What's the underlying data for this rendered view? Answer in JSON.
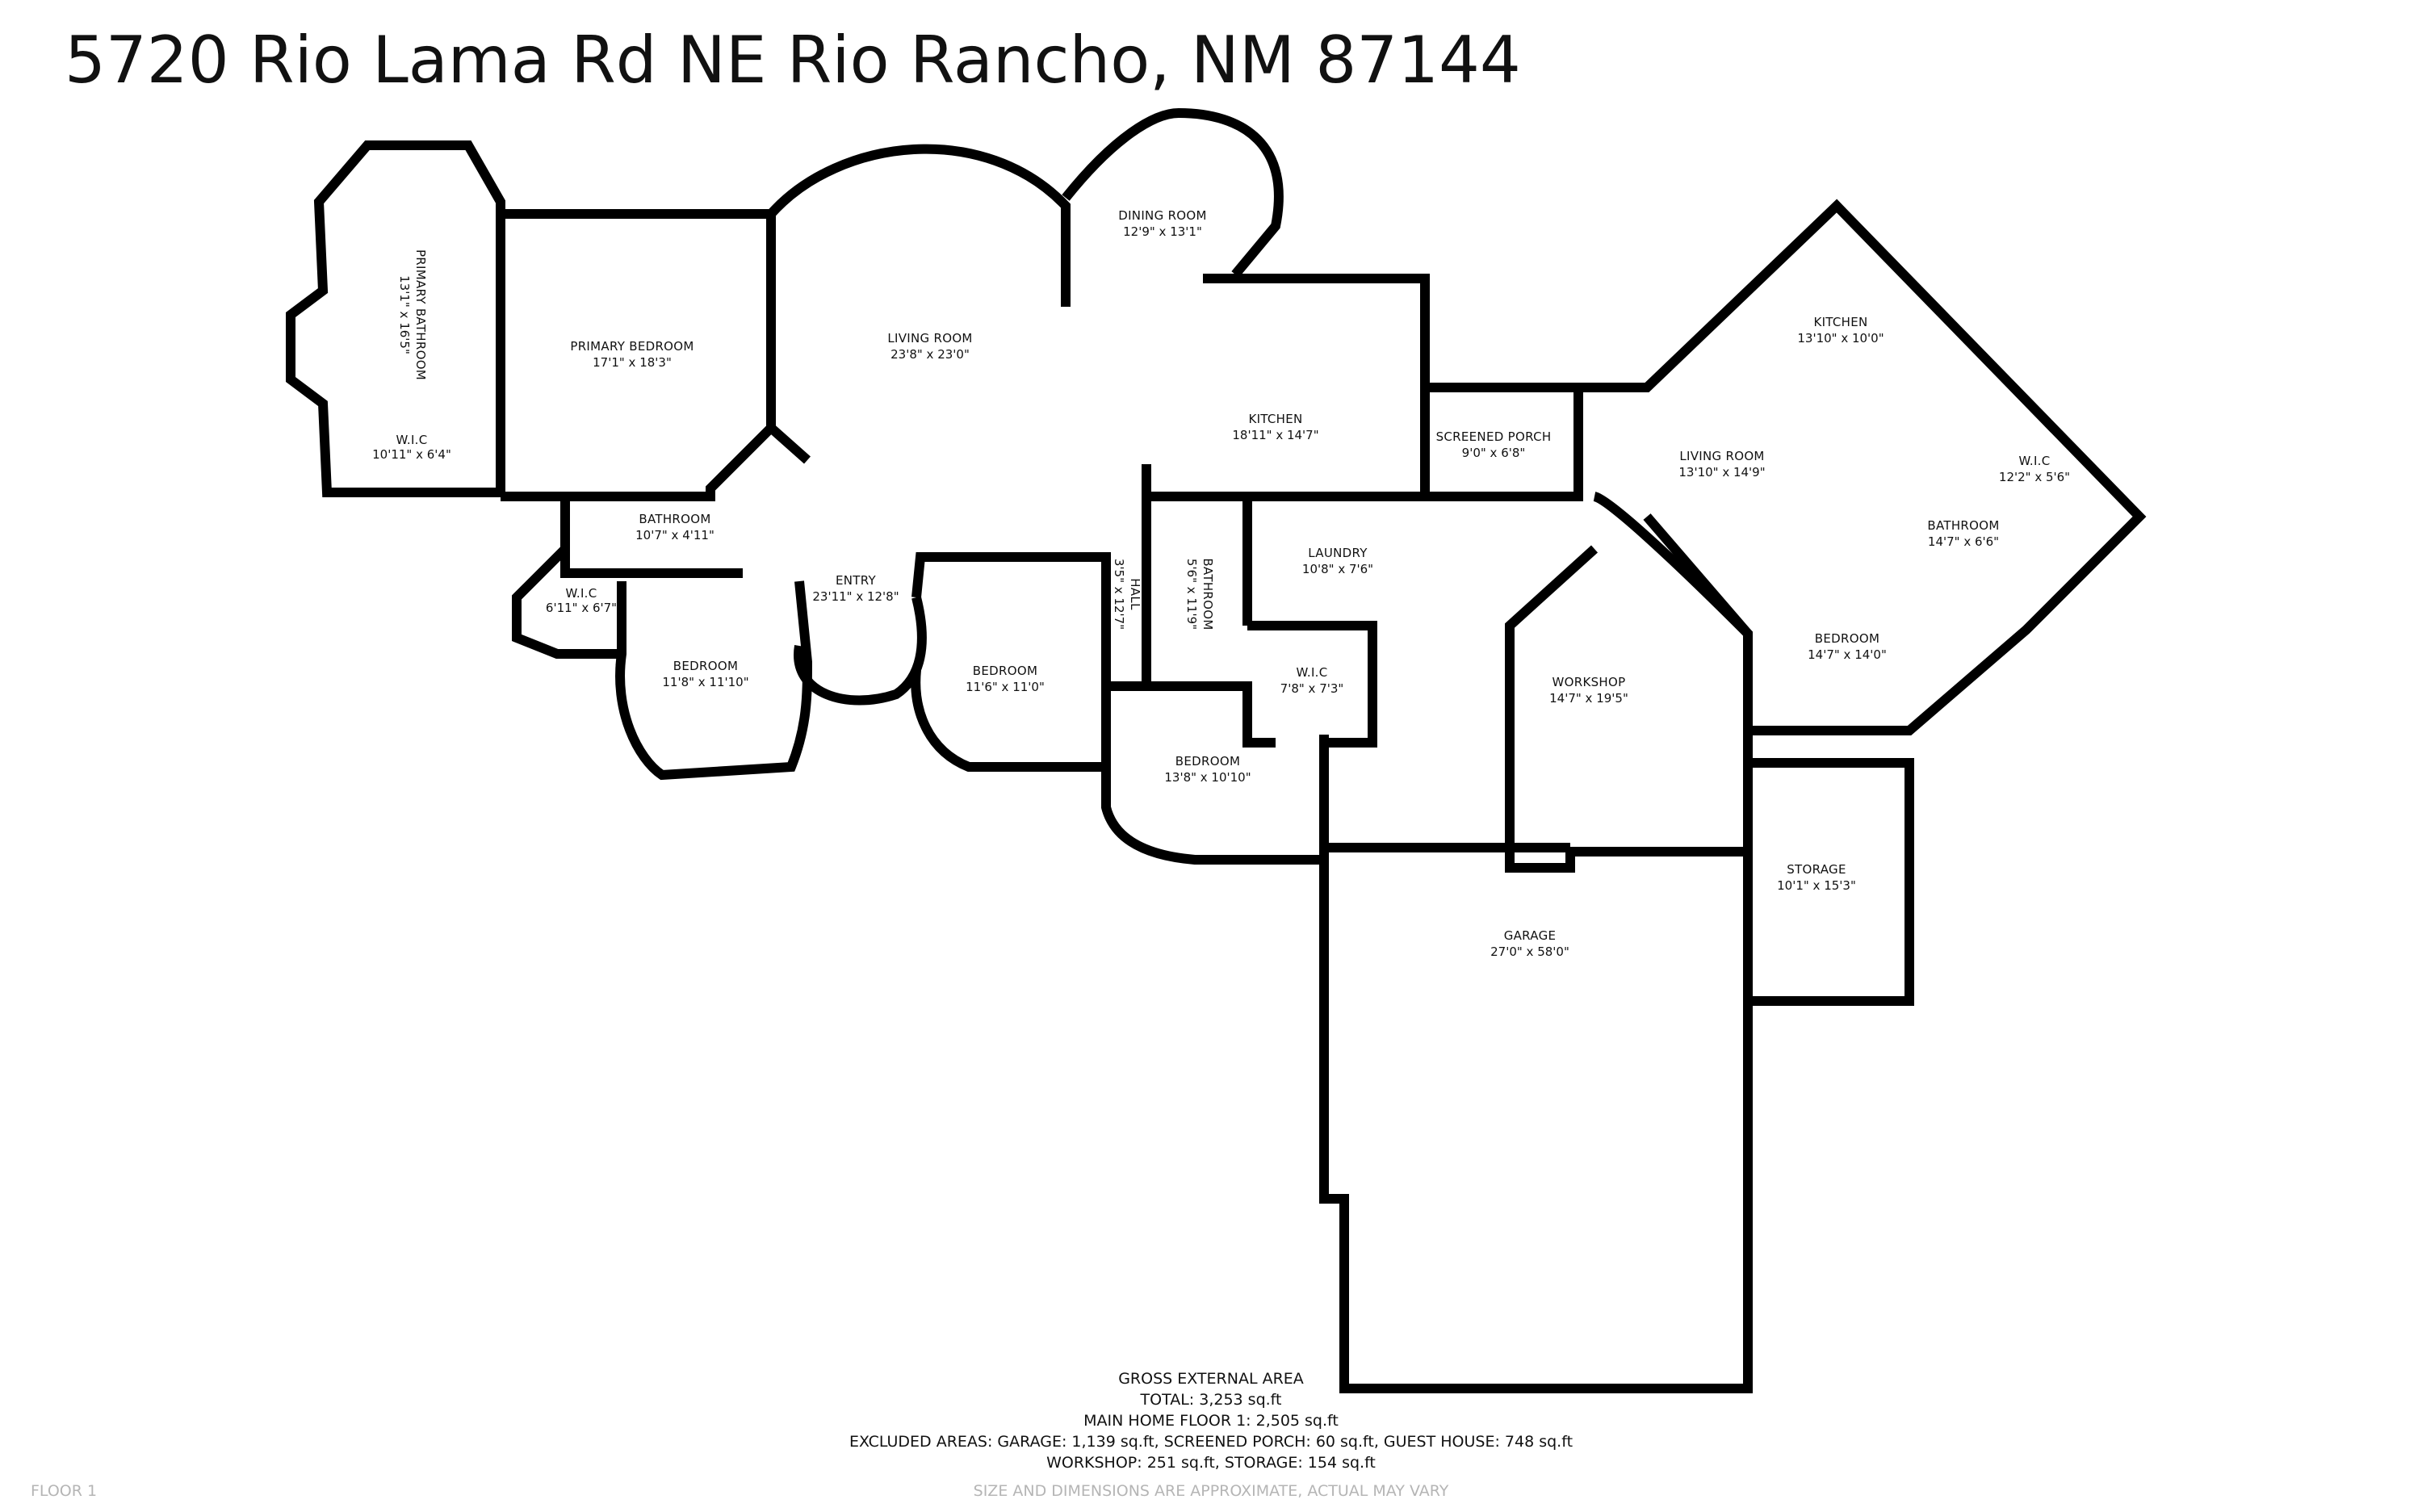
{
  "title": "5720 Rio Lama Rd NE Rio Rancho, NM 87144",
  "floor_label": "FLOOR 1",
  "rooms": [
    {
      "name": "PRIMARY BATHROOM",
      "dim": "13'1\" x 16'5\""
    },
    {
      "name": "PRIMARY BEDROOM",
      "dim": "17'1\" x 18'3\""
    },
    {
      "name": "W.I.C",
      "dim": "10'11\" x 6'4\""
    },
    {
      "name": "LIVING ROOM",
      "dim": "23'8\" x 23'0\""
    },
    {
      "name": "DINING ROOM",
      "dim": "12'9\" x 13'1\""
    },
    {
      "name": "KITCHEN",
      "dim": "18'11\" x 14'7\""
    },
    {
      "name": "SCREENED PORCH",
      "dim": "9'0\" x 6'8\""
    },
    {
      "name": "BATHROOM",
      "dim": "10'7\" x 4'11\""
    },
    {
      "name": "W.I.C",
      "dim": "6'11\" x 6'7\""
    },
    {
      "name": "BEDROOM",
      "dim": "11'8\" x 11'10\""
    },
    {
      "name": "ENTRY",
      "dim": "23'11\" x 12'8\""
    },
    {
      "name": "BEDROOM",
      "dim": "11'6\" x 11'0\""
    },
    {
      "name": "HALL",
      "dim": "3'5\" x 12'7\""
    },
    {
      "name": "BATHROOM",
      "dim": "5'6\" x 11'9\""
    },
    {
      "name": "LAUNDRY",
      "dim": "10'8\" x 7'6\""
    },
    {
      "name": "W.I.C",
      "dim": "7'8\" x 7'3\""
    },
    {
      "name": "BEDROOM",
      "dim": "13'8\" x 10'10\""
    },
    {
      "name": "WORKSHOP",
      "dim": "14'7\" x 19'5\""
    },
    {
      "name": "GARAGE",
      "dim": "27'0\" x 58'0\""
    },
    {
      "name": "STORAGE",
      "dim": "10'1\" x 15'3\""
    },
    {
      "name": "LIVING ROOM",
      "dim": "13'10\" x 14'9\""
    },
    {
      "name": "KITCHEN",
      "dim": "13'10\" x 10'0\""
    },
    {
      "name": "W.I.C",
      "dim": "12'2\" x 5'6\""
    },
    {
      "name": "BATHROOM",
      "dim": "14'7\" x 6'6\""
    },
    {
      "name": "BEDROOM",
      "dim": "14'7\" x 14'0\""
    }
  ],
  "area_summary": {
    "heading": "GROSS EXTERNAL AREA",
    "total": "TOTAL: 3,253 sq.ft",
    "main": "MAIN HOME FLOOR 1: 2,505 sq.ft",
    "excluded": "EXCLUDED AREAS: GARAGE: 1,139 sq.ft, SCREENED PORCH: 60 sq.ft, GUEST HOUSE: 748 sq.ft",
    "workshop": "WORKSHOP: 251 sq.ft, STORAGE: 154 sq.ft"
  },
  "disclaimer": "SIZE AND DIMENSIONS ARE APPROXIMATE, ACTUAL MAY VARY"
}
